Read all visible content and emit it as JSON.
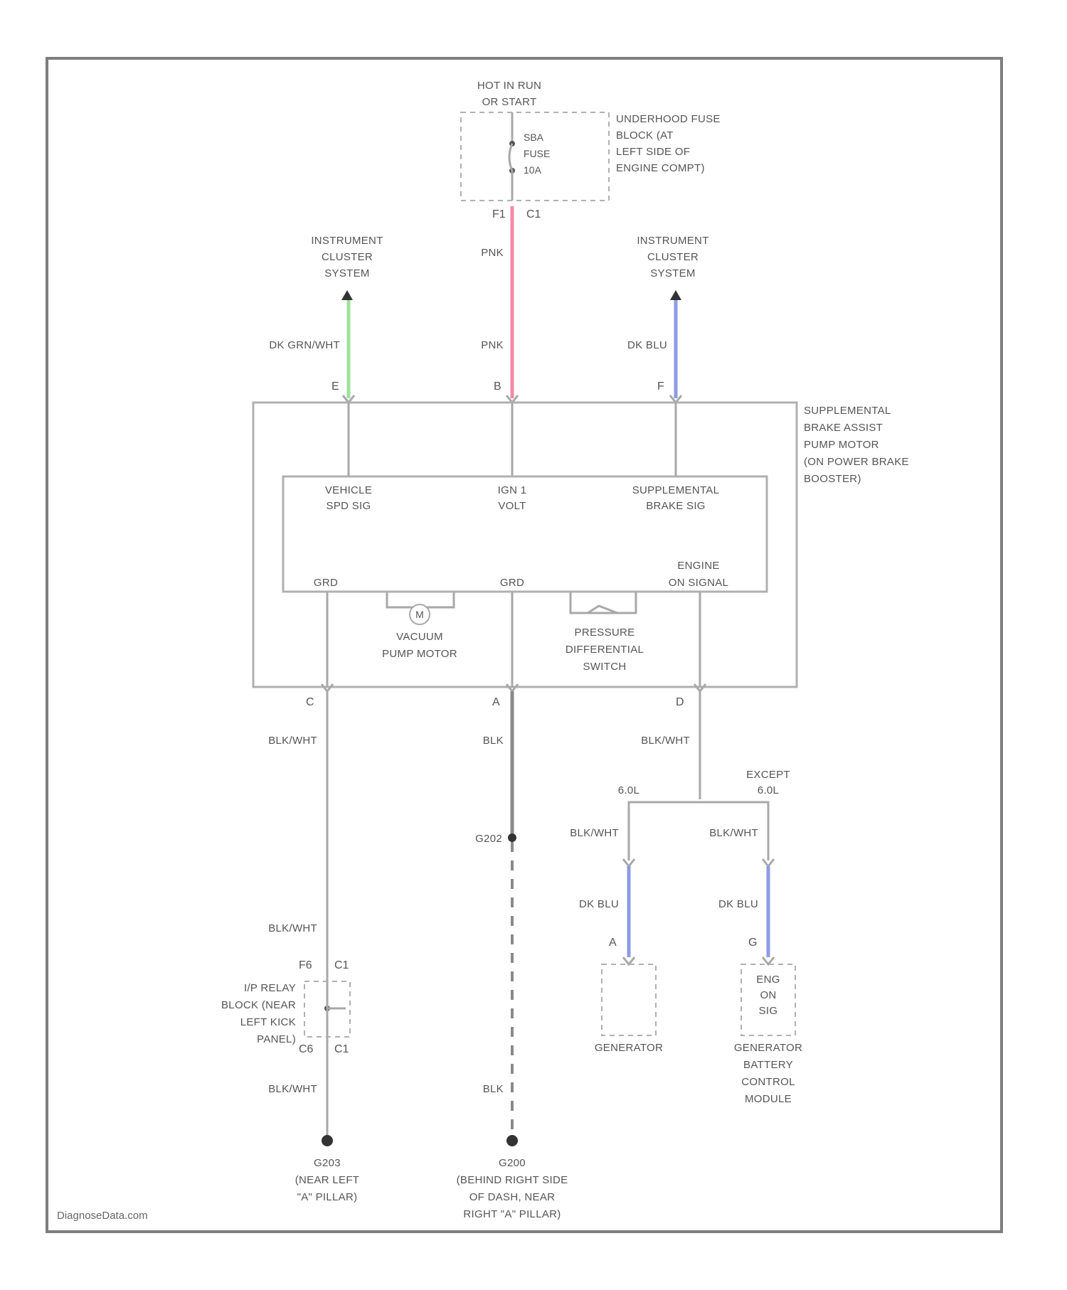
{
  "fuse": {
    "supply": [
      "HOT IN RUN",
      "OR START"
    ],
    "fuse_label": [
      "SBA",
      "FUSE",
      "10A"
    ],
    "block_label": [
      "UNDERHOOD FUSE",
      "BLOCK (AT",
      "LEFT SIDE OF",
      "ENGINE COMPT)"
    ],
    "pin_left": "F1",
    "pin_right": "C1"
  },
  "cluster_left": [
    "INSTRUMENT",
    "CLUSTER",
    "SYSTEM"
  ],
  "cluster_right": [
    "INSTRUMENT",
    "CLUSTER",
    "SYSTEM"
  ],
  "wires": {
    "dk_grn_wht": "DK GRN/WHT",
    "pnk_upper": "PNK",
    "pnk_lower": "PNK",
    "dk_blu_top": "DK BLU",
    "blk_wht_c": "BLK/WHT",
    "blk_a": "BLK",
    "blk_wht_d": "BLK/WHT",
    "blk_wht_left_branch": "BLK/WHT",
    "blk_wht_right_branch": "BLK/WHT",
    "dk_blu_gen": "DK BLU",
    "dk_blu_bcm": "DK BLU",
    "blk_wht_relay_in": "BLK/WHT",
    "blk_wht_relay_out": "BLK/WHT",
    "blk_ground": "BLK"
  },
  "pins": {
    "e": "E",
    "b": "B",
    "f": "F",
    "c": "C",
    "a": "A",
    "d": "D",
    "gen_a": "A",
    "bcm_g": "G"
  },
  "module": {
    "name": [
      "SUPPLEMENTAL",
      "BRAKE ASSIST",
      "PUMP MOTOR",
      "(ON POWER BRAKE",
      "BOOSTER)"
    ],
    "vehicle_spd": [
      "VEHICLE",
      "SPD SIG"
    ],
    "ign_volt": [
      "IGN 1",
      "VOLT"
    ],
    "supp_brake": [
      "SUPPLEMENTAL",
      "BRAKE SIG"
    ],
    "grd_left": "GRD",
    "grd_center": "GRD",
    "engine_on": [
      "ENGINE",
      "ON SIGNAL"
    ],
    "motor_symbol": "M",
    "vacuum_pump": [
      "VACUUM",
      "PUMP MOTOR"
    ],
    "pressure_switch": [
      "PRESSURE",
      "DIFFERENTIAL",
      "SWITCH"
    ]
  },
  "engine_variants": {
    "left": "6.0L",
    "right": [
      "EXCEPT",
      "6.0L"
    ]
  },
  "splice": "G202",
  "generator": "GENERATOR",
  "bcm": {
    "inner": [
      "ENG",
      "ON",
      "SIG"
    ],
    "name": [
      "GENERATOR",
      "BATTERY",
      "CONTROL",
      "MODULE"
    ]
  },
  "relay": {
    "name": [
      "I/P RELAY",
      "BLOCK (NEAR",
      "LEFT KICK",
      "PANEL)"
    ],
    "pin_top_left": "F6",
    "pin_top_right": "C1",
    "pin_bottom_left": "C6",
    "pin_bottom_right": "C1"
  },
  "grounds": {
    "left": [
      "G203",
      "(NEAR LEFT",
      "\"A\" PILLAR)"
    ],
    "right": [
      "G200",
      "(BEHIND RIGHT SIDE",
      "OF DASH, NEAR",
      "RIGHT \"A\" PILLAR)"
    ]
  },
  "footer": "DiagnoseData.com",
  "colors": {
    "pnk": "#f48aa6",
    "dk_grn_wht": "#9be29b",
    "dk_blu": "#8c9be6",
    "wire_gray": "#a8a8a8",
    "frame": "#7d7d7d"
  }
}
